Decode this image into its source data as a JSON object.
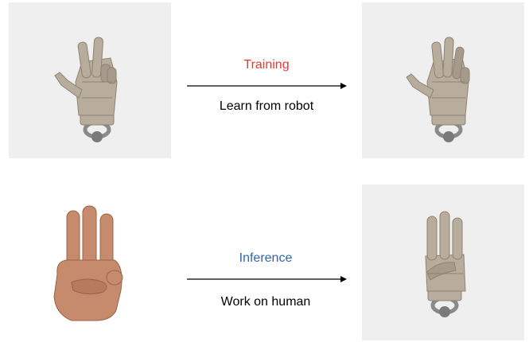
{
  "stages": [
    {
      "label": "Training",
      "label_color": "#e53935",
      "caption": "Learn from robot"
    },
    {
      "label": "Inference",
      "label_color": "#3565a8",
      "caption": "Work on human"
    }
  ],
  "colors": {
    "robot_skin": "#b8ad9c",
    "robot_shade": "#8e8372",
    "joint_grey": "#8a8a8a",
    "panel_bg": "#efefef",
    "arrow": "#000000",
    "human_skin": "#c68a6c"
  },
  "icons": {
    "robot_hand": "robot-hand-render",
    "human_hand": "human-hand-photo"
  }
}
